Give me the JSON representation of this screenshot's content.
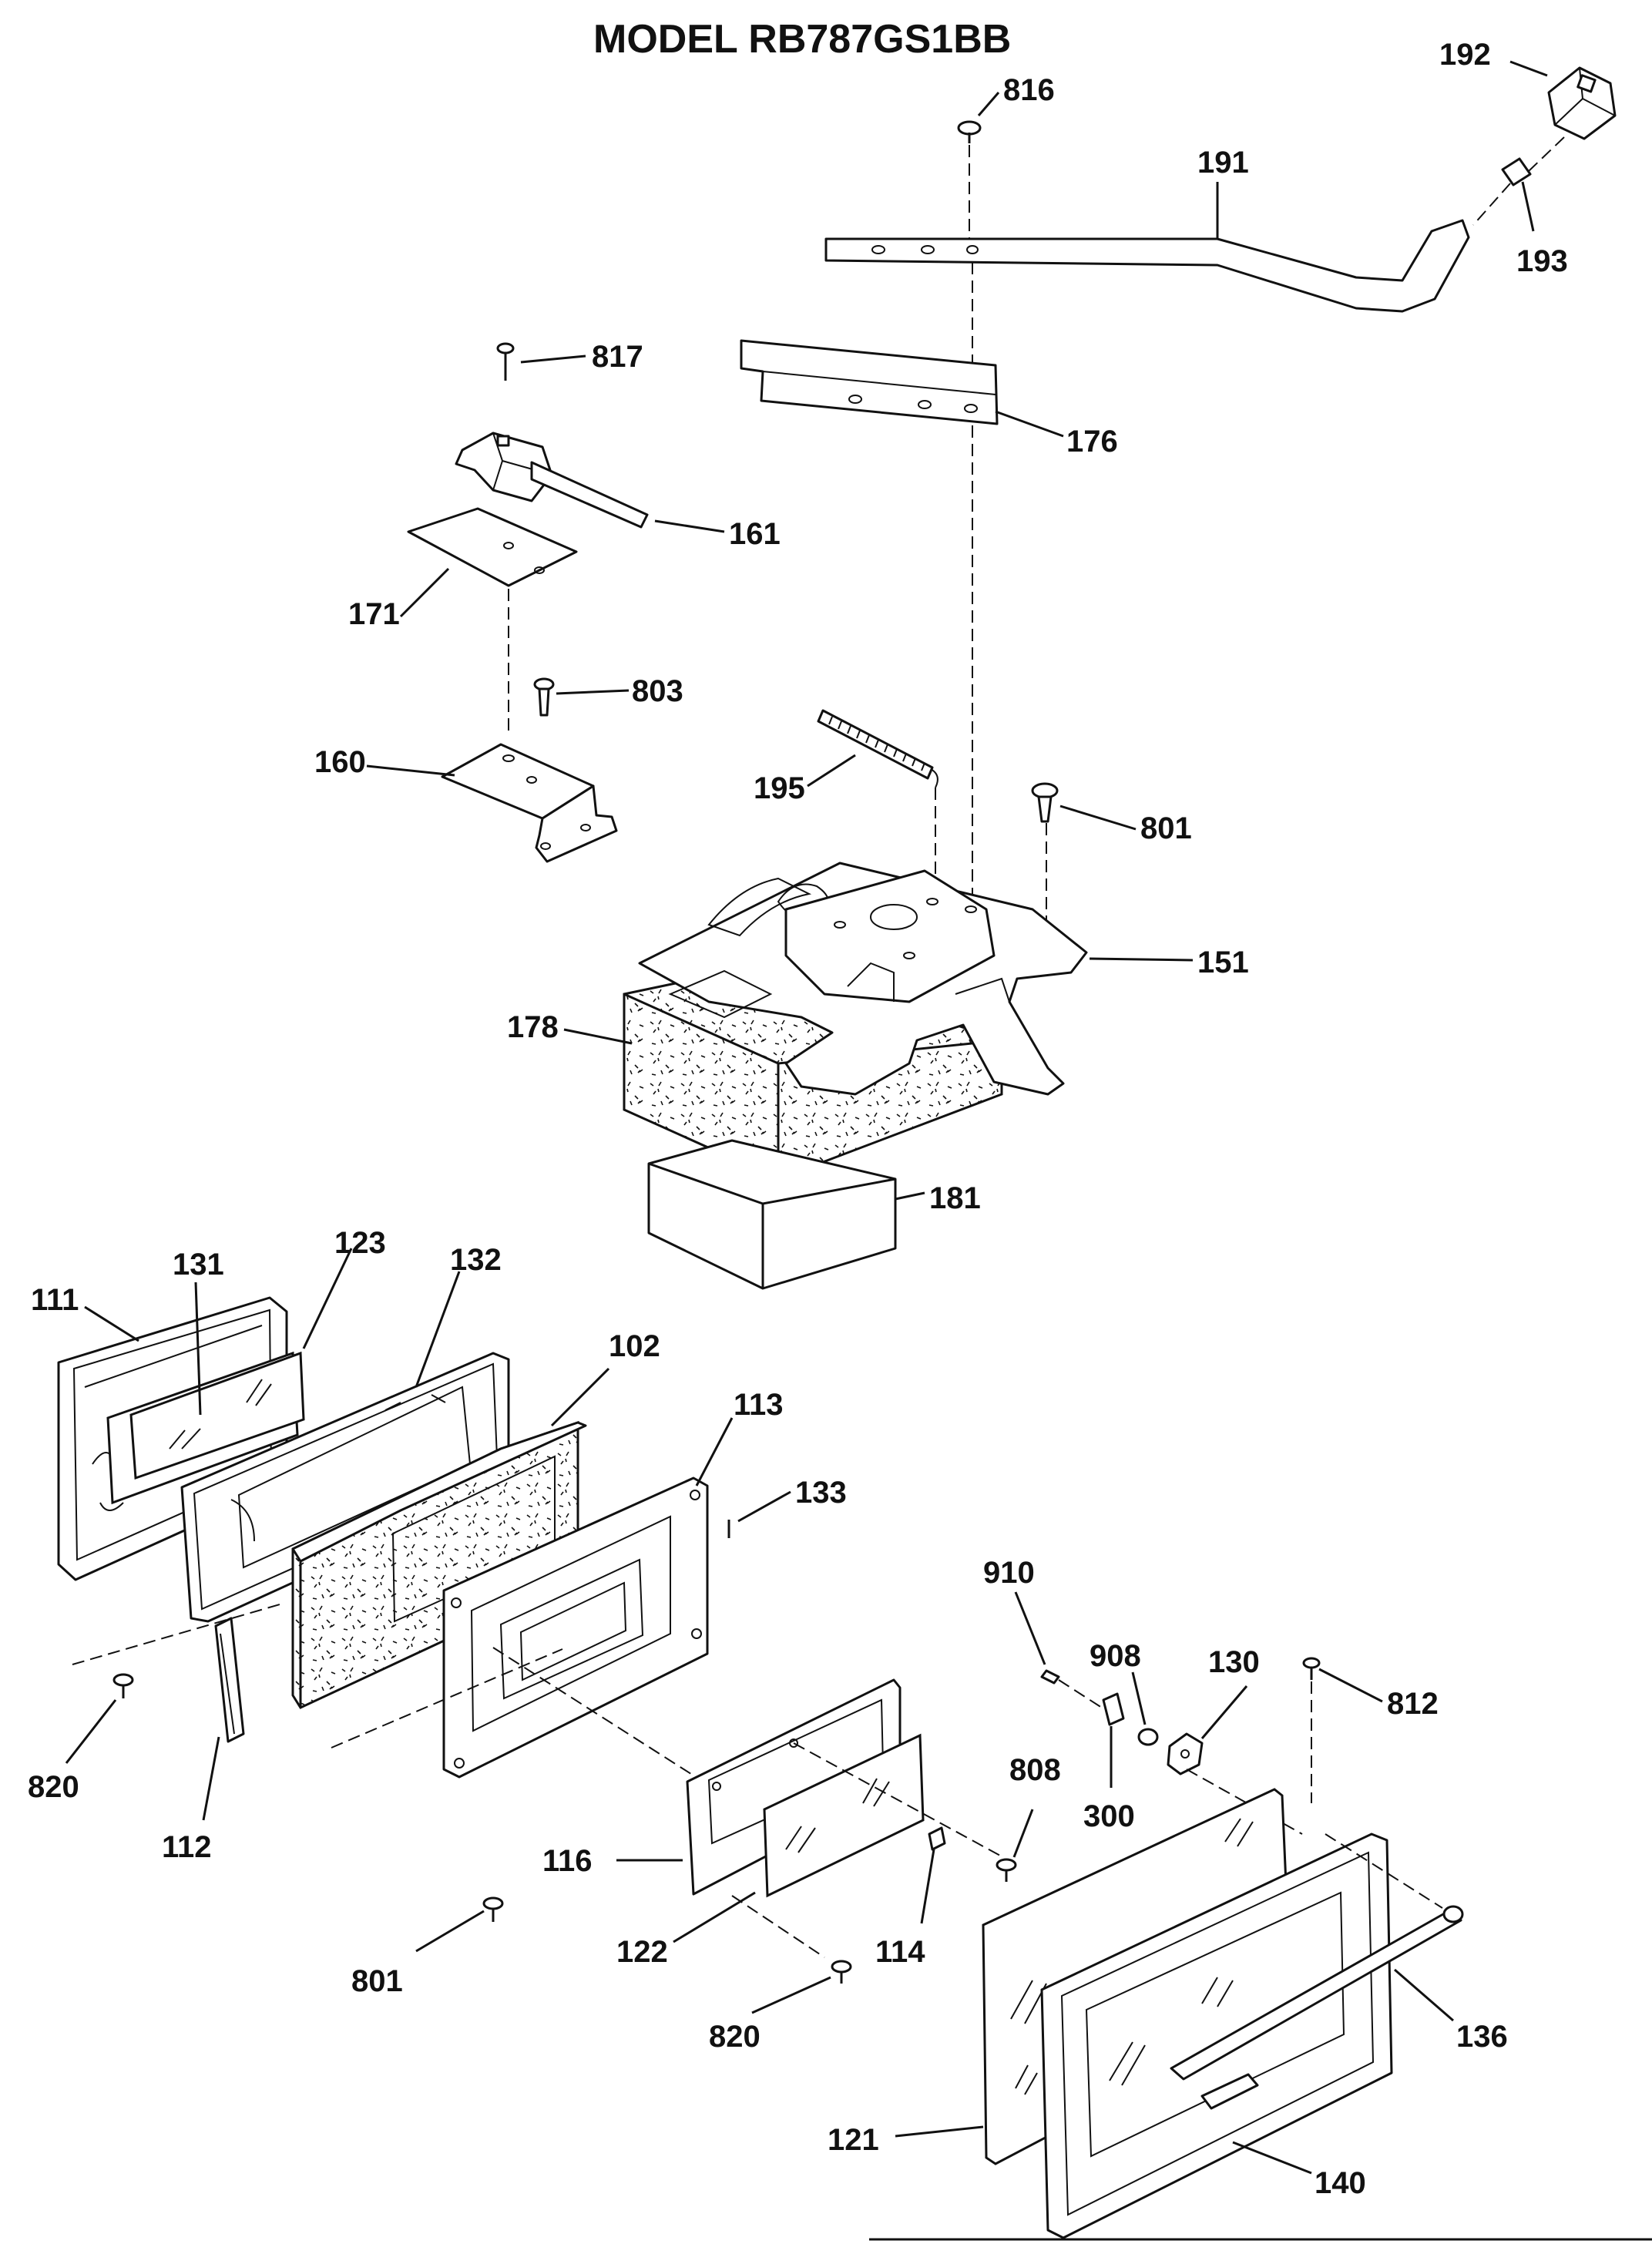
{
  "title": "MODEL RB787GS1BB",
  "callouts": [
    {
      "id": "c192",
      "label": "192"
    },
    {
      "id": "c816",
      "label": "816"
    },
    {
      "id": "c191",
      "label": "191"
    },
    {
      "id": "c193",
      "label": "193"
    },
    {
      "id": "c817",
      "label": "817"
    },
    {
      "id": "c176",
      "label": "176"
    },
    {
      "id": "c161",
      "label": "161"
    },
    {
      "id": "c171",
      "label": "171"
    },
    {
      "id": "c803",
      "label": "803"
    },
    {
      "id": "c160",
      "label": "160"
    },
    {
      "id": "c195",
      "label": "195"
    },
    {
      "id": "c801a",
      "label": "801"
    },
    {
      "id": "c151",
      "label": "151"
    },
    {
      "id": "c178",
      "label": "178"
    },
    {
      "id": "c181",
      "label": "181"
    },
    {
      "id": "c131",
      "label": "131"
    },
    {
      "id": "c123",
      "label": "123"
    },
    {
      "id": "c132",
      "label": "132"
    },
    {
      "id": "c111",
      "label": "111"
    },
    {
      "id": "c102",
      "label": "102"
    },
    {
      "id": "c113",
      "label": "113"
    },
    {
      "id": "c133",
      "label": "133"
    },
    {
      "id": "c910",
      "label": "910"
    },
    {
      "id": "c908",
      "label": "908"
    },
    {
      "id": "c130",
      "label": "130"
    },
    {
      "id": "c812",
      "label": "812"
    },
    {
      "id": "c820a",
      "label": "820"
    },
    {
      "id": "c112",
      "label": "112"
    },
    {
      "id": "c808",
      "label": "808"
    },
    {
      "id": "c300",
      "label": "300"
    },
    {
      "id": "c116",
      "label": "116"
    },
    {
      "id": "c801b",
      "label": "801"
    },
    {
      "id": "c122",
      "label": "122"
    },
    {
      "id": "c114",
      "label": "114"
    },
    {
      "id": "c136",
      "label": "136"
    },
    {
      "id": "c820b",
      "label": "820"
    },
    {
      "id": "c121",
      "label": "121"
    },
    {
      "id": "c140",
      "label": "140"
    }
  ]
}
